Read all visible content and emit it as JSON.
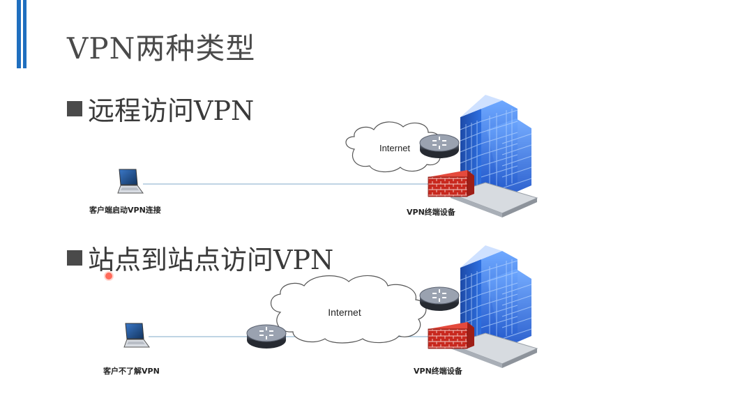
{
  "slide": {
    "title": "VPN两种类型",
    "accent_color": "#1f6fbf"
  },
  "sections": [
    {
      "heading": "远程访问VPN",
      "diagram": {
        "cloud_label": "Internet",
        "client_caption": "客户端启动VPN连接",
        "server_caption": "VPN终端设备"
      }
    },
    {
      "heading": "站点到站点访问VPN",
      "diagram": {
        "cloud_label": "Internet",
        "client_caption": "客户不了解VPN",
        "server_caption": "VPN终端设备"
      }
    }
  ],
  "icons": [
    "laptop-icon",
    "cloud-icon",
    "router-icon",
    "firewall-icon",
    "server-building-icon"
  ],
  "colors": {
    "link_line": "#7fa8c8",
    "firewall": "#c8281e",
    "building": "#2f73d8",
    "router": "#3c4350"
  }
}
